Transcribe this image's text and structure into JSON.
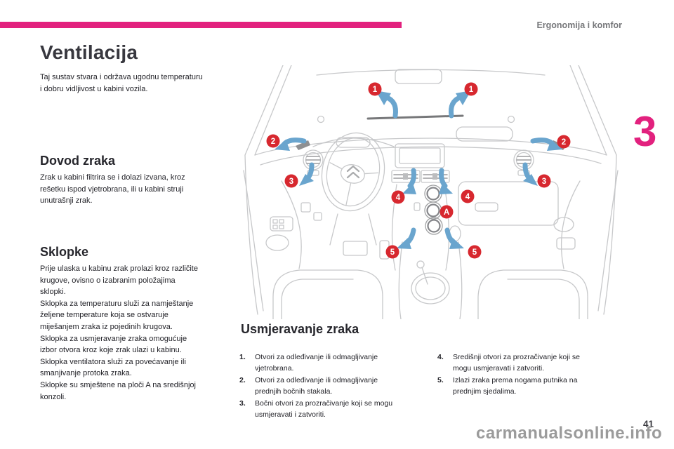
{
  "header": {
    "section_label": "Ergonomija i komfor",
    "chapter_number": "3"
  },
  "title": "Ventilacija",
  "intro": "Taj sustav stvara i održava ugodnu temperaturu\ni dobru vidljivost u kabini vozila.",
  "sections": [
    {
      "heading": "Dovod zraka",
      "body": "Zrak u kabini filtrira se i dolazi izvana, kroz\nrešetku ispod vjetrobrana, ili u kabini struji\nunutrašnji zrak."
    },
    {
      "heading": "Sklopke",
      "body": "Prije ulaska u kabinu zrak prolazi kroz različite\nkrugove, ovisno o izabranim položajima\nsklopki.\nSklopka za temperaturu služi za namještanje\nželjene temperature koja se ostvaruje\nmiješanjem zraka iz pojedinih krugova.\nSklopka za usmjeravanje zraka omogućuje\nizbor otvora kroz koje zrak ulazi u kabinu.\nSklopka ventilatora služi za povećavanje ili\nsmanjivanje protoka zraka.\nSklopke su smještene na ploči A na središnjoj\nkonzoli."
    }
  ],
  "diagram": {
    "callouts": [
      {
        "label": "1"
      },
      {
        "label": "1"
      },
      {
        "label": "2"
      },
      {
        "label": "2"
      },
      {
        "label": "3"
      },
      {
        "label": "3"
      },
      {
        "label": "4"
      },
      {
        "label": "4"
      },
      {
        "label": "A"
      },
      {
        "label": "5"
      },
      {
        "label": "5"
      }
    ]
  },
  "air_section": {
    "heading": "Usmjeravanje zraka",
    "items": [
      {
        "num": "1.",
        "text": "Otvori za odleđivanje ili odmagljivanje\nvjetrobrana."
      },
      {
        "num": "2.",
        "text": "Otvori za odleđivanje ili odmagljivanje\nprednjih bočnih stakala."
      },
      {
        "num": "3.",
        "text": "Bočni otvori za prozračivanje koji se mogu\nusmjeravati i zatvoriti."
      },
      {
        "num": "4.",
        "text": "Središnji otvori za prozračivanje koji se\nmogu usmjeravati i zatvoriti."
      },
      {
        "num": "5.",
        "text": "Izlazi zraka prema nogama putnika na\nprednjim sjedalima."
      }
    ]
  },
  "footer": {
    "page_number": "41",
    "watermark": "carmanualsonline.info"
  },
  "colors": {
    "accent_pink": "#e2217e",
    "badge_red": "#d7282f",
    "arrow_blue": "#6aa5ce"
  }
}
